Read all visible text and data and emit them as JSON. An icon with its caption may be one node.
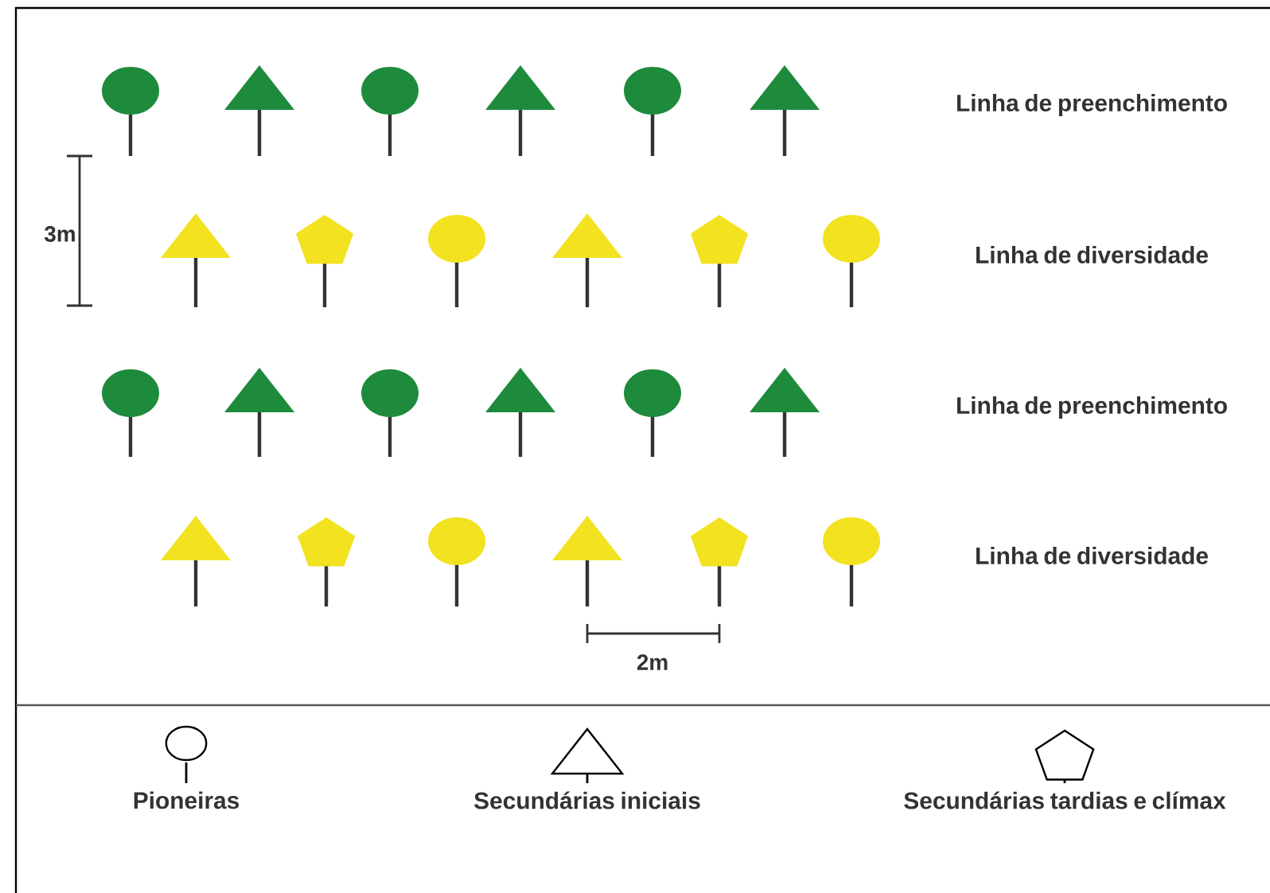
{
  "diagram": {
    "labels": [
      "Linha de preenchimento",
      "Linha de diversidade",
      "Linha de preenchimento",
      "Linha de diversidade",
      "3m",
      "2m"
    ],
    "legend": [
      {
        "text": "Pioneiras"
      },
      {
        "text": "Secundárias iniciais"
      },
      {
        "text": "Secundárias tardias e clímax"
      }
    ]
  }
}
